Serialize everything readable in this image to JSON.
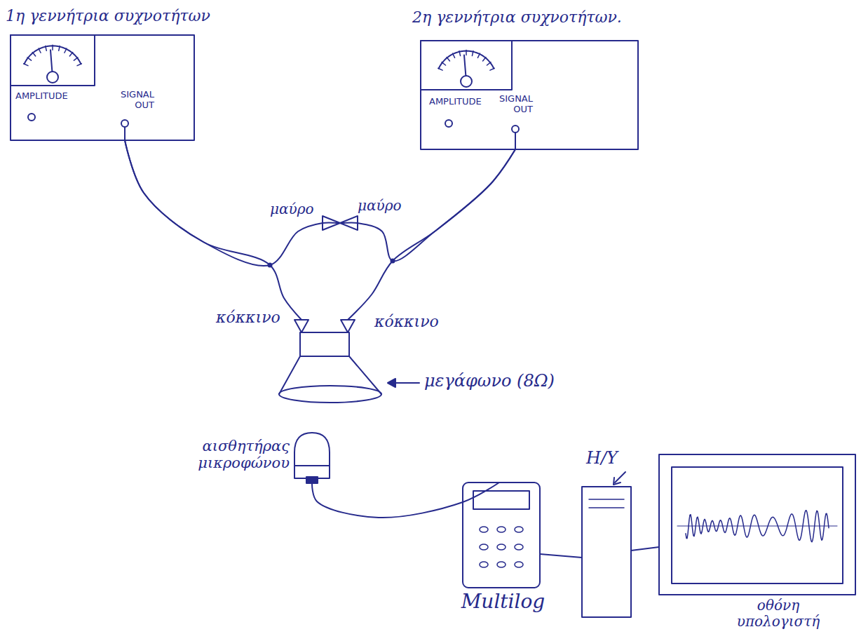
{
  "diagram": {
    "nodes": [
      {
        "text": [
          "1η γεννήτρια συχνοτήτων",
          "AMPLITUDE",
          "SIGNAL OUT"
        ]
      },
      {
        "text": [
          "2η γεννήτρια συχνοτήτων.",
          "AMPLITUDE",
          "SIGNAL OUT"
        ]
      },
      {
        "text": [
          "μεγάφωνο (8Ω)"
        ]
      },
      {
        "text": [
          "αισθητήρας μικροφώνου"
        ]
      },
      {
        "text": [
          "Multilog"
        ]
      },
      {
        "text": [
          "Η/Υ"
        ]
      },
      {
        "text": [
          "οθόνη υπολογιστή"
        ]
      }
    ],
    "edges": [
      {
        "from": 0,
        "to": 2,
        "arrow": "none"
      },
      {
        "from": 1,
        "to": 2,
        "arrow": "none"
      },
      {
        "from": 0,
        "to": 1,
        "arrow": "none"
      },
      {
        "from": 3,
        "to": 4,
        "arrow": "none"
      },
      {
        "from": 4,
        "to": 5,
        "arrow": "none"
      },
      {
        "from": 5,
        "to": 6,
        "arrow": "none"
      }
    ],
    "labels": [
      "μαύρο",
      "μαύρο",
      "κόκκινο",
      "κόκκινο"
    ]
  }
}
